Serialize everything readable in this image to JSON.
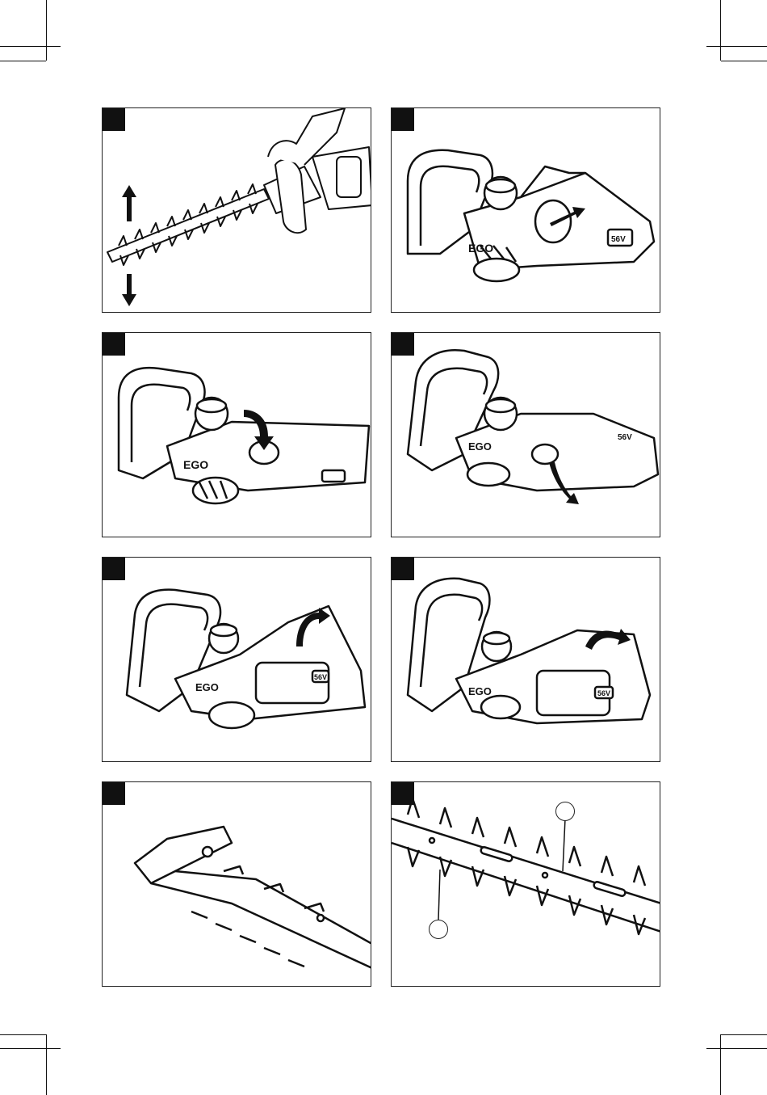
{
  "panels": [
    {
      "id": 1,
      "label": "",
      "illustration": "hedge-trimmer-blade-up-down-arrows"
    },
    {
      "id": 2,
      "label": "",
      "illustration": "trimmer-handle-push-button-arrow"
    },
    {
      "id": 3,
      "label": "",
      "illustration": "trimmer-rotate-handle-down-arrow"
    },
    {
      "id": 4,
      "label": "",
      "illustration": "trimmer-rotate-handle-curved-arrow"
    },
    {
      "id": 5,
      "label": "",
      "illustration": "trimmer-rotate-rear-handle-up-arrow"
    },
    {
      "id": 6,
      "label": "",
      "illustration": "trimmer-rotate-rear-handle-right-arrow"
    },
    {
      "id": 7,
      "label": "",
      "illustration": "blade-cover-guard"
    },
    {
      "id": 8,
      "label": "",
      "illustration": "blade-closeup-with-callouts"
    }
  ],
  "callouts": [
    {
      "id": "a",
      "label": ""
    },
    {
      "id": "b",
      "label": ""
    }
  ],
  "logo_text": "EGO",
  "battery_badge": "56V"
}
